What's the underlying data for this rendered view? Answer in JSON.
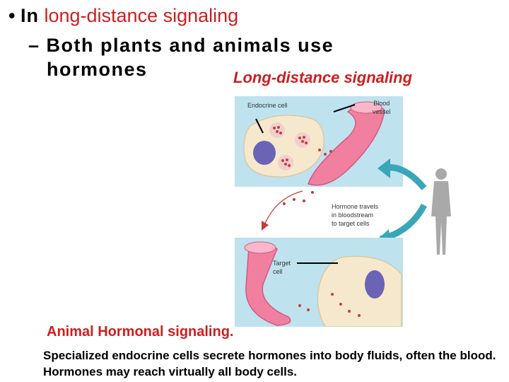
{
  "slide": {
    "bullet1": {
      "bullet": "•",
      "lead": "In",
      "highlight": "long-distance signaling"
    },
    "bullet2": {
      "dash": "–",
      "line1": "Both plants and animals use",
      "line2": "hormones"
    },
    "figure_title": "Long-distance signaling"
  },
  "figure": {
    "labels": {
      "endocrine": "Endocrine cell",
      "blood_vessel": "Blood\nvessel",
      "hormone_travels": "Hormone travels\nin bloodstream\nto target cells",
      "target": "Target\ncell"
    }
  },
  "caption": {
    "title": "Animal Hormonal signaling.",
    "body": "Specialized endocrine cells secrete hormones into body fluids, often the blood. Hormones may reach virtually all  body cells."
  },
  "colors": {
    "red": "#cc1f1f",
    "panel_bg": "#bfe2ef",
    "vessel": "#f07fa0",
    "cell": "#f6e8cc",
    "nucleus": "#6b63b5",
    "arrow": "#3aa6b9"
  }
}
